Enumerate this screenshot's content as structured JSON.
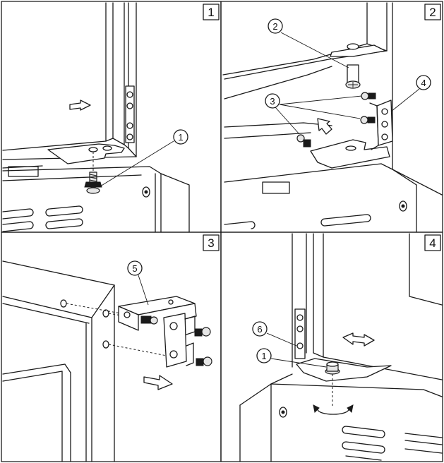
{
  "panels": [
    {
      "number": "1",
      "callouts": [
        "1"
      ]
    },
    {
      "number": "2",
      "callouts": [
        "2",
        "3",
        "4"
      ]
    },
    {
      "number": "3",
      "callouts": [
        "5"
      ]
    },
    {
      "number": "4",
      "callouts": [
        "6",
        "1"
      ]
    }
  ],
  "icons": {
    "move_arrow": "double-line-arrow-icon",
    "slide_arrow": "bidirectional-arrow-icon",
    "rotate_arrow": "rotation-arrows-icon",
    "screw": "screw-icon"
  }
}
